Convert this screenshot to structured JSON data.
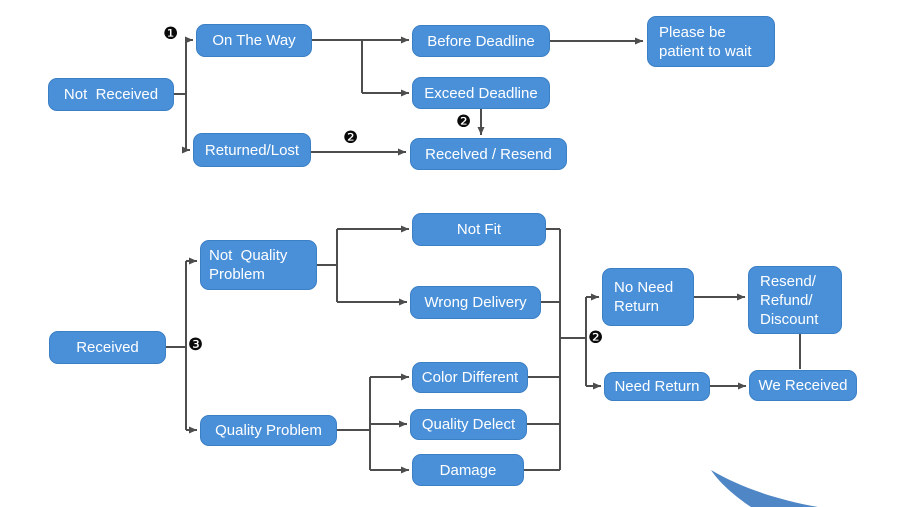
{
  "colors": {
    "node_fill": "#4a90d9",
    "node_border": "#3b7fc4",
    "line": "#4d4d4d",
    "swoosh": "#4e86c6",
    "background": "#ffffff"
  },
  "nodes": {
    "not_received": "Not  Received",
    "on_the_way": "On The Way",
    "before_deadline": "Before Deadline",
    "please_wait": "Please be\npatient to wait",
    "exceed_deadline": "Exceed Deadline",
    "returned_lost": "Returned/Lost",
    "received_resend": "Recelved / Resend",
    "received": "Received",
    "not_quality_problem": "Not  Quality\nProblem",
    "not_fit": "Not Fit",
    "wrong_delivery": "Wrong Delivery",
    "quality_problem": "Quality Problem",
    "color_different": "Color Different",
    "quality_delect": "Quality Delect",
    "damage": "Damage",
    "no_need_return": "No Need\nReturn",
    "resend_refund_discount": "Resend/\nRefund/\nDiscount",
    "need_return": "Need Return",
    "we_received": "We Received"
  },
  "markers": {
    "one": "❶",
    "two": "❷",
    "three": "❸"
  }
}
